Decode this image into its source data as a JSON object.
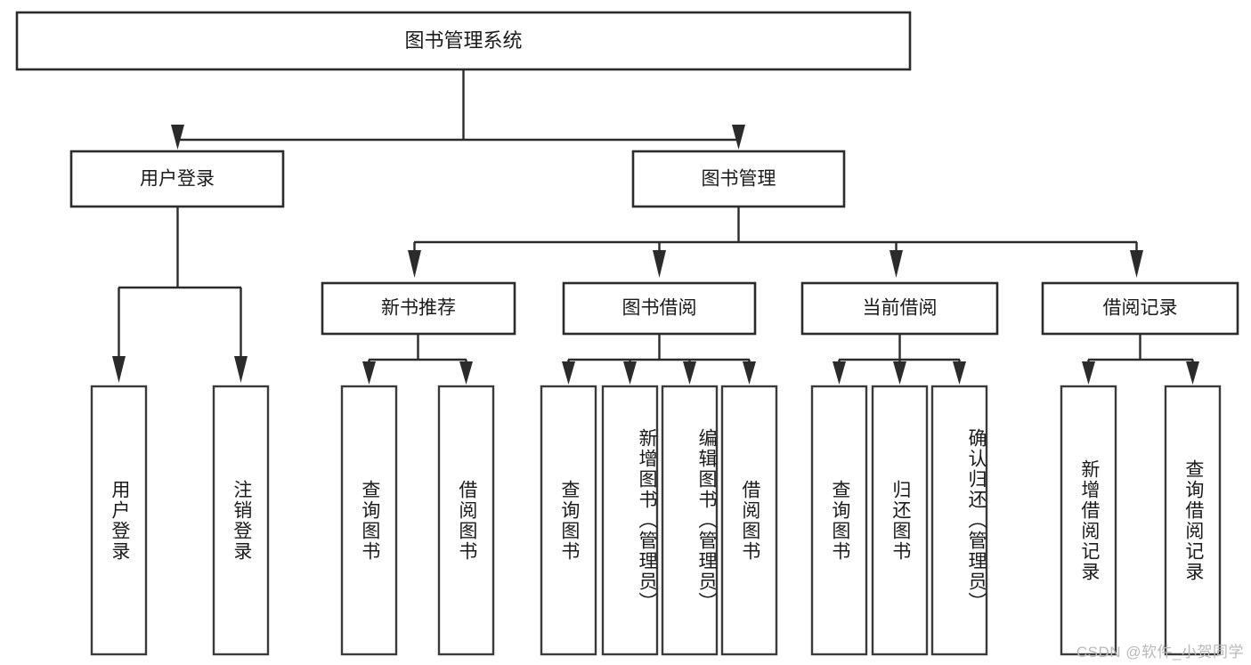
{
  "diagram": {
    "type": "hierarchy-tree",
    "title": "图书管理系统",
    "orientation": "top-down",
    "root": {
      "id": "root",
      "label": "图书管理系统"
    },
    "level2": [
      {
        "id": "user-login",
        "label": "用户登录"
      },
      {
        "id": "book-manage",
        "label": "图书管理"
      }
    ],
    "level3": [
      {
        "id": "new-book-rec",
        "label": "新书推荐",
        "parent": "book-manage"
      },
      {
        "id": "book-borrow",
        "label": "图书借阅",
        "parent": "book-manage"
      },
      {
        "id": "current-borrow",
        "label": "当前借阅",
        "parent": "book-manage"
      },
      {
        "id": "borrow-record",
        "label": "借阅记录",
        "parent": "book-manage"
      }
    ],
    "leaves": [
      {
        "id": "leaf-user-login",
        "label": "用户登录",
        "parent": "user-login"
      },
      {
        "id": "leaf-logout",
        "label": "注销登录",
        "parent": "user-login"
      },
      {
        "id": "leaf-query-book-1",
        "label": "查询图书",
        "parent": "new-book-rec"
      },
      {
        "id": "leaf-borrow-book-1",
        "label": "借阅图书",
        "parent": "new-book-rec"
      },
      {
        "id": "leaf-query-book-2",
        "label": "查询图书",
        "parent": "book-borrow"
      },
      {
        "id": "leaf-add-book",
        "label": "新增图书（管理员）",
        "parent": "book-borrow"
      },
      {
        "id": "leaf-edit-book",
        "label": "编辑图书（管理员）",
        "parent": "book-borrow"
      },
      {
        "id": "leaf-borrow-book-2",
        "label": "借阅图书",
        "parent": "book-borrow"
      },
      {
        "id": "leaf-query-book-3",
        "label": "查询图书",
        "parent": "current-borrow"
      },
      {
        "id": "leaf-return-book",
        "label": "归还图书",
        "parent": "current-borrow"
      },
      {
        "id": "leaf-confirm-return",
        "label": "确认归还（管理员）",
        "parent": "current-borrow"
      },
      {
        "id": "leaf-add-record",
        "label": "新增借阅记录",
        "parent": "borrow-record"
      },
      {
        "id": "leaf-query-record",
        "label": "查询借阅记录",
        "parent": "borrow-record"
      }
    ]
  },
  "watermark": {
    "text": "CSDN @软件_小贺同学"
  },
  "colors": {
    "box_stroke": "#2b2b2b",
    "box_fill": "#ffffff",
    "connector": "#2b2b2b",
    "text": "#1a1a1a",
    "watermark": "#b9b9b9",
    "background": "#ffffff"
  }
}
